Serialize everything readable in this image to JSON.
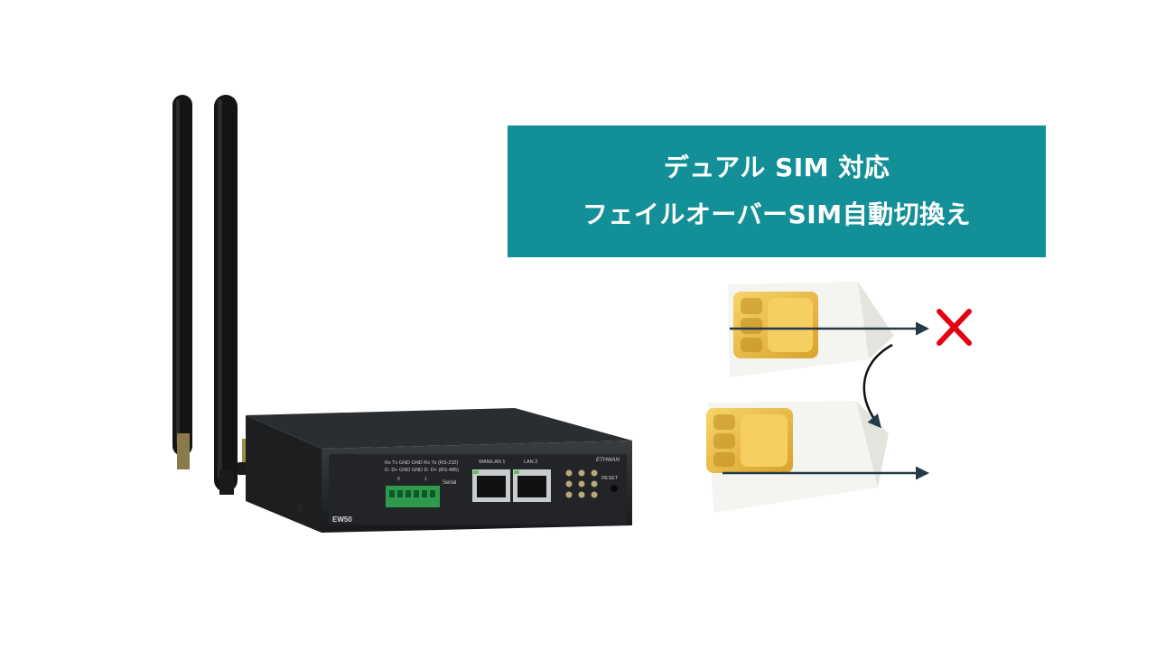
{
  "banner": {
    "line1": "デュアル SIM 対応",
    "line2": "フェイルオーバーSIM自動切換え"
  },
  "device": {
    "model": "EW50",
    "brand": "ETHWAN",
    "port_wan": "WAN/LAN 1",
    "port_lan": "LAN 2",
    "reset": "RESET",
    "serial_label": "Serial",
    "serial_row1": "Rx Tx GND  GND Rx Tx  (RS-232)",
    "serial_row2": "D- D+ GND  GND D- D+  (RS-485)",
    "serial_num0": "0",
    "serial_num1": "1",
    "side_label": "SIM"
  },
  "colors": {
    "banner_bg": "#139097",
    "arrow": "#243a46",
    "fail_mark": "#e60012",
    "chip_gold": "#e8b93c"
  },
  "icons": [
    "fail-x-icon",
    "arrow-right-icon",
    "curved-arrow-icon"
  ]
}
